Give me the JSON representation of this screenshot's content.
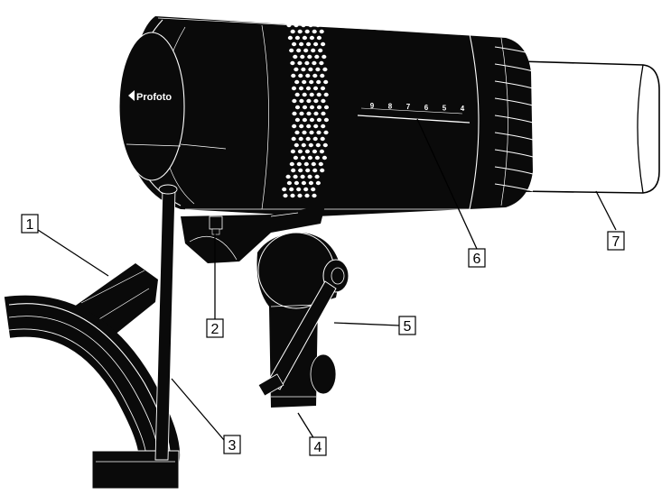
{
  "colors": {
    "body": "#0a0a0a",
    "line": "#000000",
    "background": "#ffffff"
  },
  "brand": {
    "logo_text": "Profoto"
  },
  "scale": {
    "ticks": [
      "9",
      "8",
      "7",
      "6",
      "5",
      "4"
    ]
  },
  "callouts": [
    {
      "number": "1"
    },
    {
      "number": "2"
    },
    {
      "number": "3"
    },
    {
      "number": "4"
    },
    {
      "number": "5"
    },
    {
      "number": "6"
    },
    {
      "number": "7"
    }
  ]
}
